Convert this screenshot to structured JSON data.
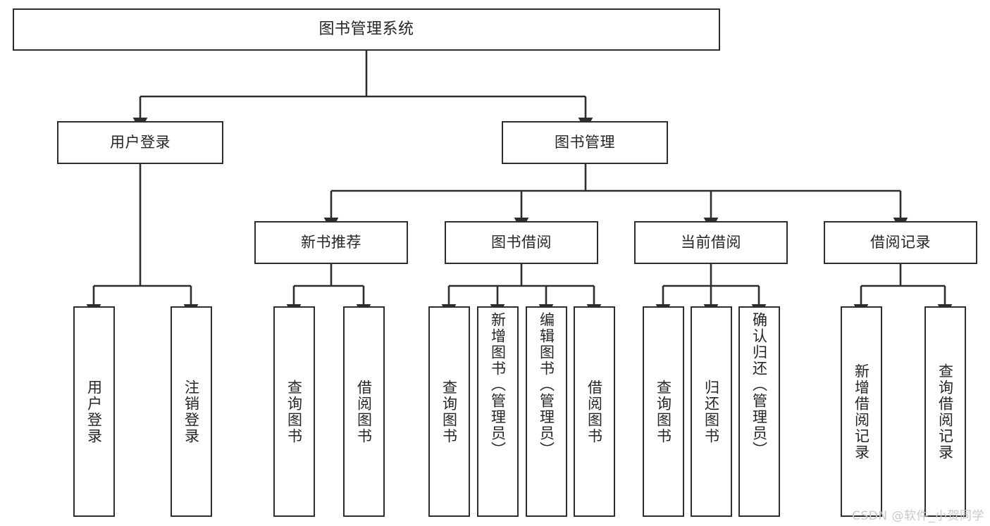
{
  "diagram": {
    "title": "图书管理系统",
    "type": "functional-structure-tree",
    "watermark": "CSDN @软件_小贺同学",
    "colors": {
      "background": "#ffffff",
      "box_border": "#2e2e2e",
      "box_fill": "#ffffff",
      "text": "#262626",
      "connector": "#2e2e2e",
      "watermark": "#c8c8c8"
    },
    "root": {
      "label": "图书管理系统"
    },
    "level2": [
      {
        "label": "用户登录"
      },
      {
        "label": "图书管理"
      }
    ],
    "level3": [
      {
        "label": "新书推荐"
      },
      {
        "label": "图书借阅"
      },
      {
        "label": "当前借阅"
      },
      {
        "label": "借阅记录"
      }
    ],
    "leaves": {
      "user_login": [
        {
          "label": "用户登录"
        },
        {
          "label": "注销登录"
        }
      ],
      "new_book": [
        {
          "label": "查询图书"
        },
        {
          "label": "借阅图书"
        }
      ],
      "book_borrow": [
        {
          "label": "查询图书"
        },
        {
          "label": "新增图书（管理员）"
        },
        {
          "label": "编辑图书（管理员）"
        },
        {
          "label": "借阅图书"
        }
      ],
      "current_borrow": [
        {
          "label": "查询图书"
        },
        {
          "label": "归还图书"
        },
        {
          "label": "确认归还（管理员）"
        }
      ],
      "borrow_record": [
        {
          "label": "新增借阅记录"
        },
        {
          "label": "查询借阅记录"
        }
      ]
    }
  }
}
